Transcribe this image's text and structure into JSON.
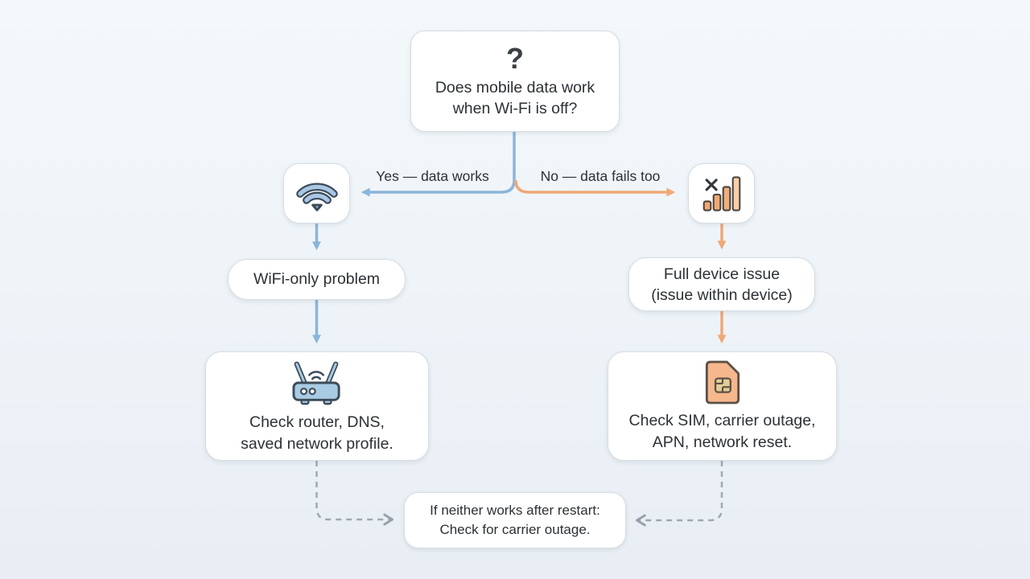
{
  "diagram": {
    "type": "flowchart",
    "topic": "Wi-Fi vs mobile data troubleshooting"
  },
  "colors": {
    "background": "#eef3f8",
    "blue_accent": "#8bb5d8",
    "orange_accent": "#f0a877",
    "dashed_gray": "#a0a9b2",
    "box_fill": "#ffffff",
    "box_border": "#d6dce2",
    "text": "#2c3136"
  },
  "icons": {
    "question": "question-mark-icon",
    "wifi": "wifi-icon",
    "cellular_blocked": "no-cellular-signal-icon",
    "router": "router-icon",
    "sim": "sim-card-icon"
  },
  "nodes": {
    "question": {
      "glyph": "?",
      "lines": [
        "Does mobile data work",
        "when Wi-Fi is off?"
      ]
    },
    "wifi_problem": {
      "label": "WiFi-only problem"
    },
    "device_issue": {
      "lines": [
        "Full device issue",
        "(issue within device)"
      ]
    },
    "router_check": {
      "lines": [
        "Check router, DNS,",
        "saved network profile."
      ]
    },
    "sim_check": {
      "lines": [
        "Check SIM, carrier outage,",
        "APN, network reset."
      ]
    },
    "fallback": {
      "lines": [
        "If neither works after restart:",
        "Check for carrier outage."
      ]
    }
  },
  "edges": {
    "yes_label": "Yes — data works",
    "no_label": "No — data fails too"
  }
}
